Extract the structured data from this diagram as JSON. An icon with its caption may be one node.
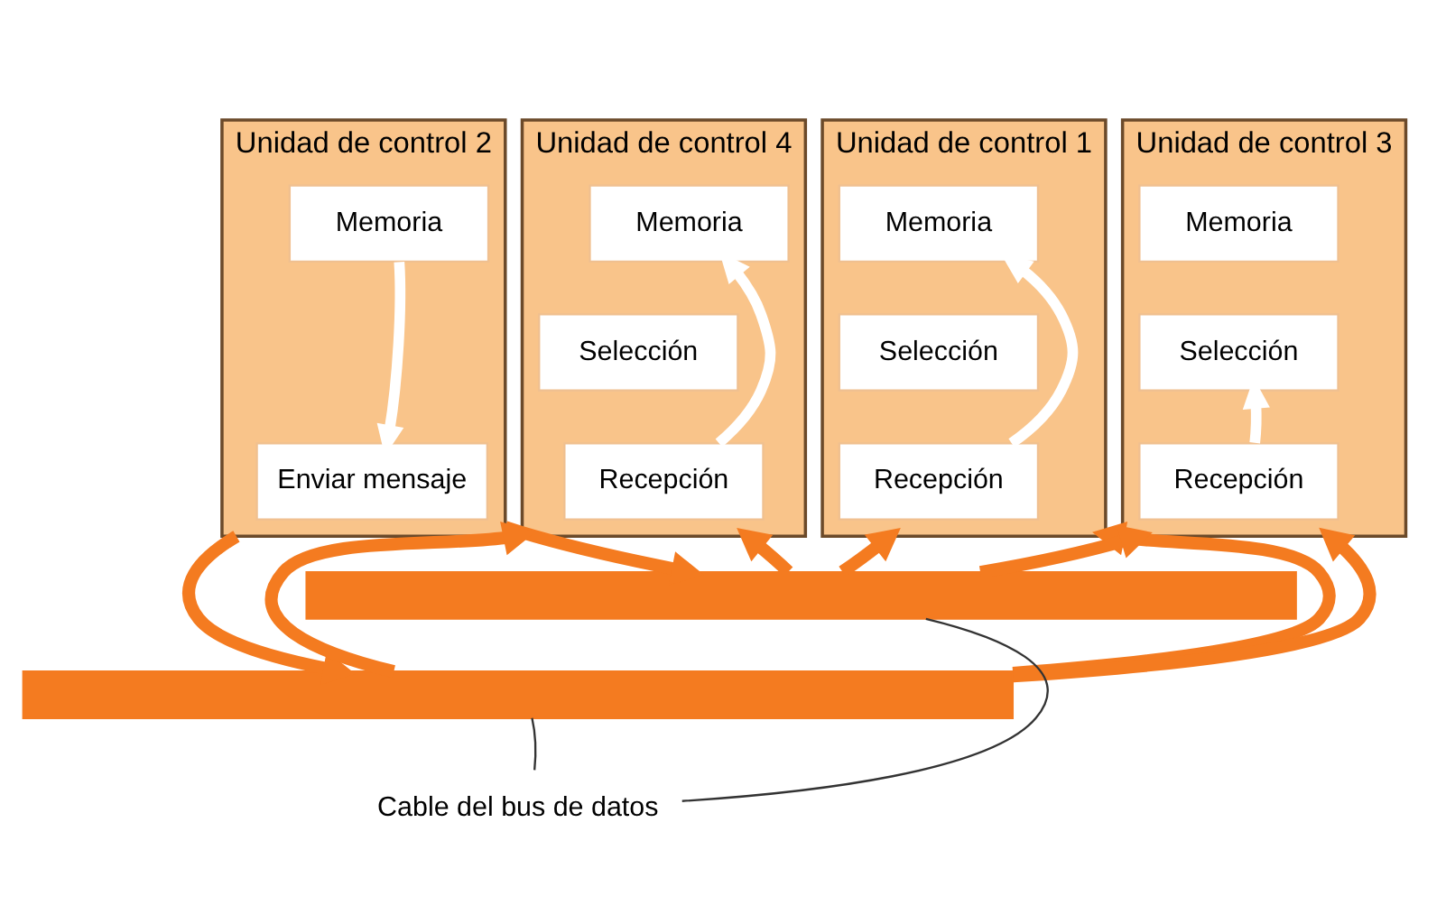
{
  "diagram": {
    "nodes": [
      {
        "text": [
          "Unidad de control 1"
        ]
      },
      {
        "text": [
          "Memoria"
        ],
        "in": 0
      },
      {
        "text": [
          "Selección"
        ],
        "in": 0
      },
      {
        "text": [
          "Recepción"
        ],
        "in": 0
      },
      {
        "text": [
          "Unidad de control 2"
        ]
      },
      {
        "text": [
          "Memoria"
        ],
        "in": 4
      },
      {
        "text": [
          "Enviar mensaje"
        ],
        "in": 4
      },
      {
        "text": [
          "Unidad de control 3"
        ]
      },
      {
        "text": [
          "Memoria"
        ],
        "in": 7
      },
      {
        "text": [
          "Selección"
        ],
        "in": 7
      },
      {
        "text": [
          "Recepción"
        ],
        "in": 7
      },
      {
        "text": [
          "Unidad de control 4"
        ]
      },
      {
        "text": [
          "Memoria"
        ],
        "in": 11
      },
      {
        "text": [
          "Selección"
        ],
        "in": 11
      },
      {
        "text": [
          "Recepción"
        ],
        "in": 11
      },
      {
        "text": [],
        "shape": "bar"
      },
      {
        "text": [],
        "shape": "bar"
      },
      {
        "text": [
          "Cable del bus de datos"
        ]
      }
    ],
    "edges": [
      {
        "from": 3,
        "to": 1,
        "arrow": "to",
        "color": "#ffffff"
      },
      {
        "from": 5,
        "to": 6,
        "arrow": "to",
        "color": "#ffffff"
      },
      {
        "from": 10,
        "to": 9,
        "arrow": "to",
        "color": "#ffffff"
      },
      {
        "from": 14,
        "to": 12,
        "arrow": "to",
        "color": "#ffffff"
      },
      {
        "from": 16,
        "to": 0,
        "arrow": "to"
      },
      {
        "from": 15,
        "to": 0,
        "arrow": "to"
      },
      {
        "from": 4,
        "to": 16,
        "arrow": "to"
      },
      {
        "from": 4,
        "to": 15,
        "arrow": "to"
      },
      {
        "from": 16,
        "to": 7,
        "arrow": "to"
      },
      {
        "from": 15,
        "to": 7,
        "arrow": "to"
      },
      {
        "from": 16,
        "to": 11,
        "arrow": "to"
      },
      {
        "from": 15,
        "to": 11,
        "arrow": "to"
      },
      {
        "from": 17,
        "to": 15,
        "arrow": "none",
        "color": "#333333"
      },
      {
        "from": 17,
        "to": 16,
        "arrow": "none",
        "color": "#333333"
      }
    ]
  }
}
